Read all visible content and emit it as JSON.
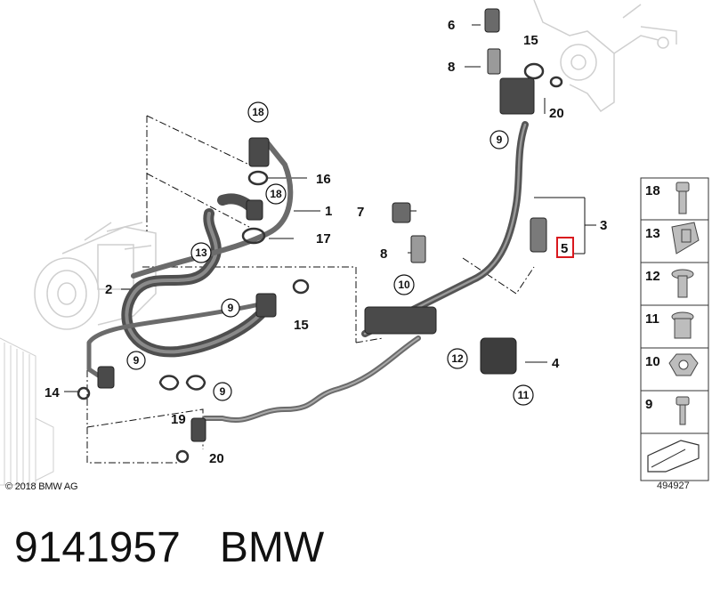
{
  "callouts": {
    "c1": "1",
    "c2": "2",
    "c3": "3",
    "c4": "4",
    "c5": "5",
    "c6": "6",
    "c7": "7",
    "c8a": "8",
    "c8b": "8",
    "c9a": "9",
    "c9b": "9",
    "c9c": "9",
    "c9d": "9",
    "c10": "10",
    "c11": "11",
    "c12": "12",
    "c13": "13",
    "c14": "14",
    "c15a": "15",
    "c15b": "15",
    "c16": "16",
    "c17": "17",
    "c18a": "18",
    "c18b": "18",
    "c19": "19",
    "c20a": "20",
    "c20b": "20"
  },
  "sidebar": {
    "items": [
      {
        "label": "18",
        "icon": "bolt-icon"
      },
      {
        "label": "13",
        "icon": "clip-nut-icon"
      },
      {
        "label": "12",
        "icon": "washer-screw-icon"
      },
      {
        "label": "11",
        "icon": "flange-nut-icon"
      },
      {
        "label": "10",
        "icon": "hex-nut-icon"
      },
      {
        "label": "9",
        "icon": "screw-icon"
      }
    ]
  },
  "copyright": "© 2018 BMW AG",
  "drawing_number": "494927",
  "footer": {
    "part_number": "9141957",
    "brand": "BMW"
  },
  "colors": {
    "highlight": "#d9181e",
    "hose": "#5a5a5a",
    "ghost": "#c8c8c8"
  }
}
